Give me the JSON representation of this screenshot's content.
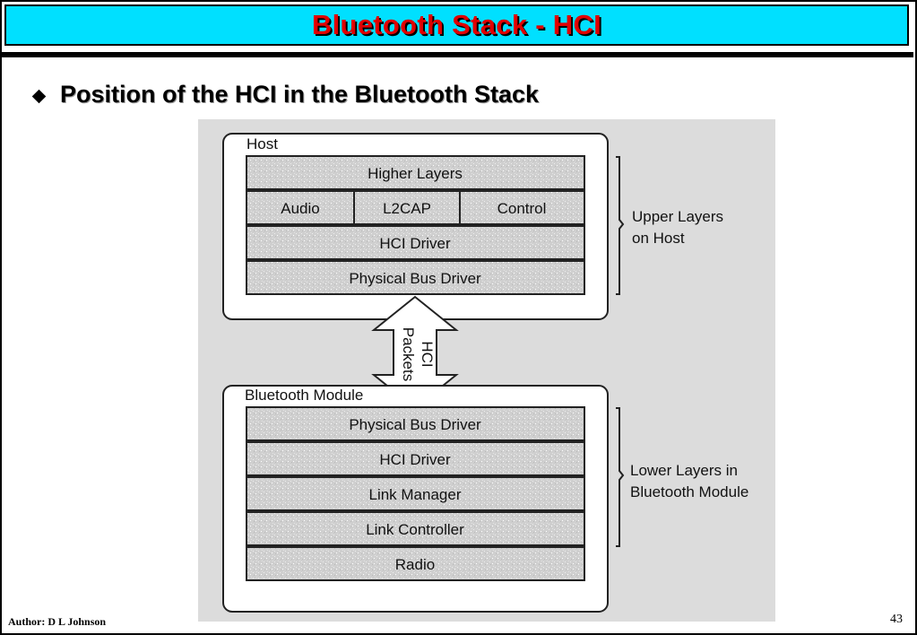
{
  "slide": {
    "title": "Bluetooth Stack - HCI",
    "bullet": "Position of the HCI in the Bluetooth Stack",
    "author": "Author: D L Johnson",
    "page_number": "43"
  },
  "diagram": {
    "host": {
      "label": "Host",
      "layers": {
        "higher": "Higher Layers",
        "audio": "Audio",
        "l2cap": "L2CAP",
        "control": "Control",
        "hci_driver": "HCI Driver",
        "bus_driver": "Physical Bus Driver"
      },
      "brace_label": [
        "Upper Layers",
        "on Host"
      ]
    },
    "arrow_label": [
      "HCI",
      "Packets"
    ],
    "module": {
      "label": "Bluetooth Module",
      "layers": {
        "bus_driver": "Physical Bus Driver",
        "hci_driver": "HCI Driver",
        "link_manager": "Link Manager",
        "link_controller": "Link Controller",
        "radio": "Radio"
      },
      "brace_label": [
        "Lower Layers in",
        "Bluetooth Module"
      ]
    }
  }
}
